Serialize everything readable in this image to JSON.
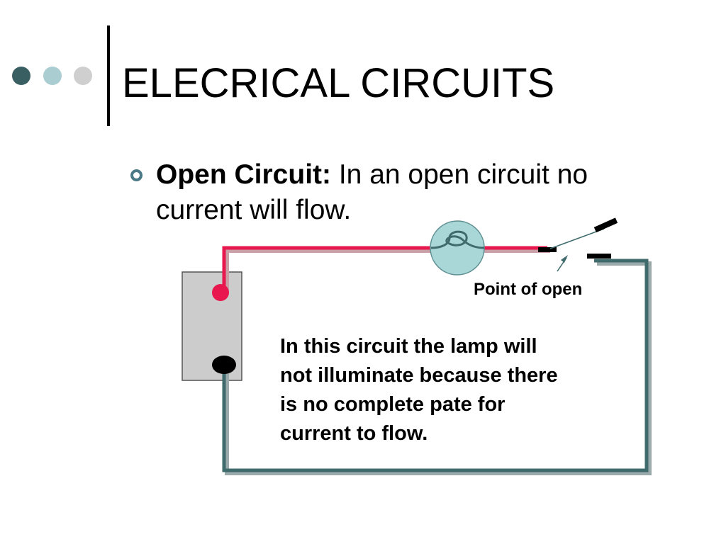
{
  "slide": {
    "title": "ELECRICAL CIRCUITS",
    "bullet": {
      "term": "Open Circuit:",
      "text": " In an open circuit no current will flow."
    }
  },
  "diagram": {
    "annotation": "Point of open",
    "caption_lines": [
      "In this circuit the lamp will",
      "not illuminate because there",
      "is no complete pate for",
      "current to flow."
    ]
  },
  "colors": {
    "dot_1": "#3a5f63",
    "dot_2": "#a9cdd0",
    "dot_3": "#cfcfcf",
    "bullet_mark": "#4b7a86",
    "wire_positive": "#e8174d",
    "wire_negative": "#3f6b6d",
    "lamp_fill": "#a9d6d6",
    "battery_fill": "#cccccc"
  },
  "icons": {
    "battery": "battery-icon",
    "lamp": "lamp-bulb-icon",
    "switch": "open-switch-icon",
    "pointer": "pointer-arrow-icon"
  }
}
